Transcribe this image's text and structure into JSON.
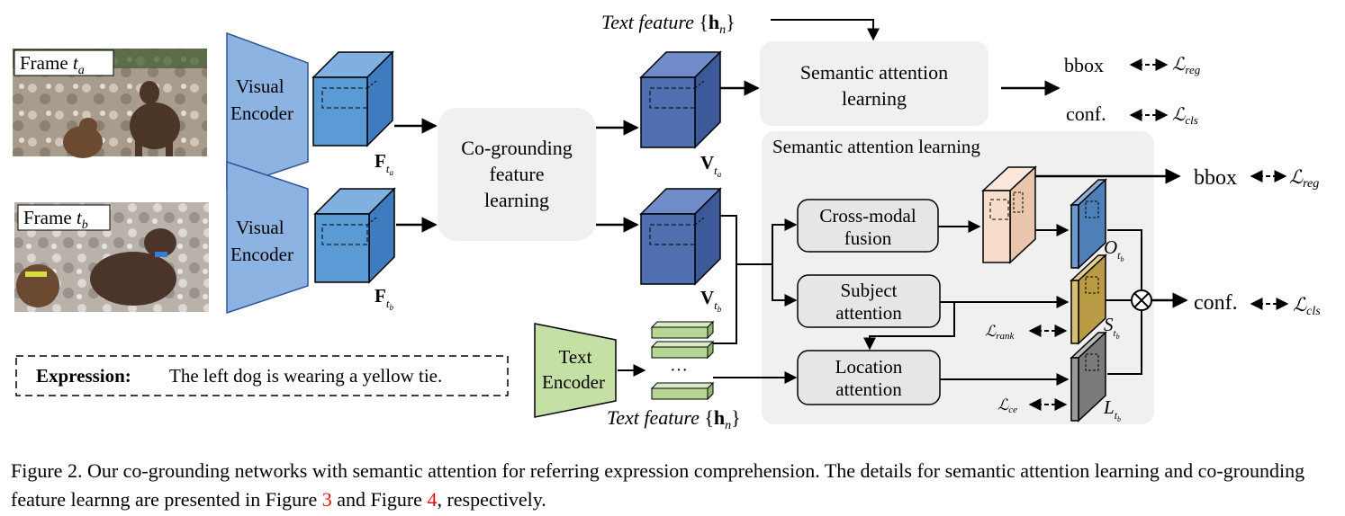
{
  "frames": {
    "a_label": "Frame",
    "a_sub": "a",
    "b_label": "Frame",
    "b_sub": "b"
  },
  "encoders": {
    "visual_a": [
      "Visual",
      "Encoder"
    ],
    "visual_b": [
      "Visual",
      "Encoder"
    ],
    "text": [
      "Text",
      "Encoder"
    ]
  },
  "features": {
    "F_a": "F",
    "F_b": "F",
    "V_a": "V",
    "V_b": "V",
    "sub_ta": "t",
    "sub_a": "a",
    "sub_tb": "t",
    "sub_b": "b"
  },
  "co_grounding": [
    "Co-grounding",
    "feature",
    "learning"
  ],
  "text_feature": {
    "label": "Text feature",
    "symbol": "h",
    "sub": "n"
  },
  "semantic_top": [
    "Semantic attention",
    "learning"
  ],
  "semantic_panel_title": "Semantic attention learning",
  "modules": {
    "cross_modal": [
      "Cross-modal",
      "fusion"
    ],
    "subject": [
      "Subject",
      "attention"
    ],
    "location": [
      "Location",
      "attention"
    ]
  },
  "outputs": {
    "bbox_top": "bbox",
    "conf_top": "conf.",
    "bbox_right": "bbox",
    "conf_right": "conf.",
    "L": "ℒ",
    "reg": "reg",
    "cls": "cls",
    "rank": "rank",
    "ce": "ce",
    "O": "O",
    "S": "S",
    "Lt": "L"
  },
  "ellipsis": "···",
  "expression": {
    "label": "Expression:",
    "text": "The left dog is wearing a yellow tie."
  },
  "caption": {
    "part1": "Figure 2. Our co-grounding networks with semantic attention for referring expression comprehension. The details for semantic attention learning and co-grounding feature learnng are presented in Figure ",
    "ref1": "3",
    "part2": " and Figure ",
    "ref2": "4",
    "part3": ", respectively."
  },
  "colors": {
    "visual_encoder": "#8db3e2",
    "feature_cube": "#5b9bd5",
    "v_cube": "#4f6fb0",
    "text_encoder": "#c5e0a5",
    "panel_gray": "#f0f0f0",
    "module_gray": "#e6e6e6",
    "fusion_cube": "#f8dccb",
    "subject_map": "#d9bf72",
    "location_map": "#9a9a9a",
    "caption_ref": "#e01010"
  }
}
